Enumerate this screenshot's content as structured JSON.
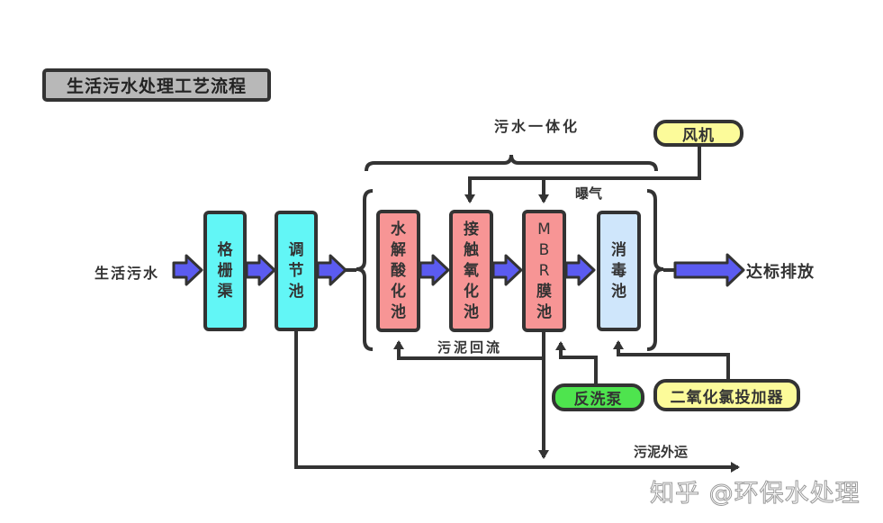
{
  "title": "生活污水处理工艺流程",
  "input_label": "生活污水",
  "output_label": "达标排放",
  "group_label": "污水一体化",
  "aeration_label": "曝气",
  "sludge_return_label": "污泥回流",
  "sludge_transport_label": "污泥外运",
  "tanks": [
    {
      "name": "格栅渠",
      "chars": [
        "格",
        "栅",
        "渠"
      ],
      "color": "#62f6f6"
    },
    {
      "name": "调节池",
      "chars": [
        "调",
        "节",
        "池"
      ],
      "color": "#62f6f6"
    },
    {
      "name": "水解酸化池",
      "chars": [
        "水",
        "解",
        "酸",
        "化",
        "池"
      ],
      "color": "#f79595"
    },
    {
      "name": "接触氧化池",
      "chars": [
        "接",
        "触",
        "氧",
        "化",
        "池"
      ],
      "color": "#f79595"
    },
    {
      "name": "MBR膜池",
      "chars": [
        "M",
        "B",
        "R",
        "膜",
        "池"
      ],
      "color": "#f79595"
    },
    {
      "name": "消毒池",
      "chars": [
        "消",
        "毒",
        "池"
      ],
      "color": "#cfe6fb"
    }
  ],
  "equipment": {
    "blower": "风机",
    "backwash_pump": "反洗泵",
    "chlorine_dioxide_doser": "二氧化氯投加器"
  },
  "colors": {
    "flow_arrow": "#5b5bf0",
    "outline": "#333333",
    "tank_cyan": "#62f6f6",
    "tank_pink": "#f79595",
    "tank_lightblue": "#cfe6fb",
    "equip_yellow": "#fcfb9a",
    "equip_green": "#4ee44e",
    "title_bg": "#b8b8b8"
  },
  "watermark": "知乎 @环保水处理"
}
